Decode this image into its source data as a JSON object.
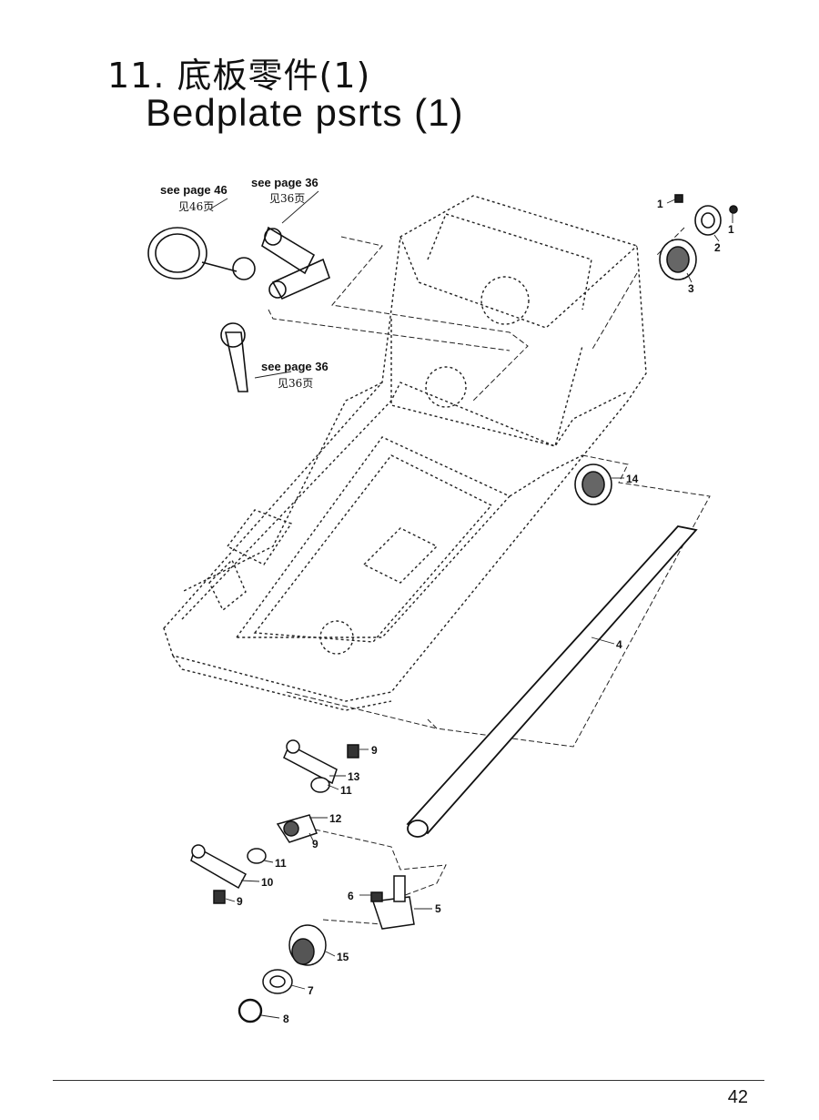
{
  "page": {
    "title_cn": "11. 底板零件(1)",
    "title_en": "Bedplate psrts (1)",
    "page_number": "42"
  },
  "references": [
    {
      "en": "see page 46",
      "cn": "见46页"
    },
    {
      "en": "see page 36",
      "cn": "见36页"
    },
    {
      "en": "see page 36",
      "cn": "见36页"
    }
  ],
  "callouts": {
    "p1a": "1",
    "p1b": "1",
    "p2": "2",
    "p3": "3",
    "p4": "4",
    "p5": "5",
    "p6": "6",
    "p7": "7",
    "p8": "8",
    "p9a": "9",
    "p9b": "9",
    "p9c": "9",
    "p10": "10",
    "p11a": "11",
    "p11b": "11",
    "p12": "12",
    "p13": "13",
    "p14": "14",
    "p15": "15"
  }
}
